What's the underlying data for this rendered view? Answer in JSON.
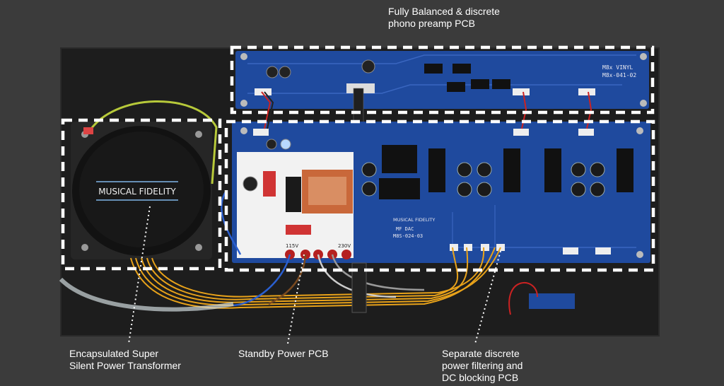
{
  "captions": {
    "phono": [
      "Fully Balanced & discrete",
      "phono preamp PCB"
    ],
    "transformer": [
      "Encapsulated Super",
      "Silent Power Transformer"
    ],
    "standby": [
      "Standby Power PCB"
    ],
    "filter": [
      "Separate discrete",
      "power filtering and",
      "DC blocking PCB"
    ]
  },
  "board_text": {
    "transformer_logo": "MUSICAL FIDELITY",
    "phono_model": "M8x VINYL",
    "phono_part": "M8x-041-02",
    "dac_brand": "MUSICAL FIDELITY",
    "dac_name": "MF DAC",
    "dac_part": "M8S-024-03",
    "voltage_low": "115V",
    "voltage_high": "230V"
  },
  "colors": {
    "background": "#3b3b3b",
    "chassis": "#1e1e1e",
    "pcb": "#1f4a9e",
    "dashed_box": "#ffffff",
    "wire_orange": "#e8a21a",
    "wire_yellow_green": "#b7c93a"
  }
}
